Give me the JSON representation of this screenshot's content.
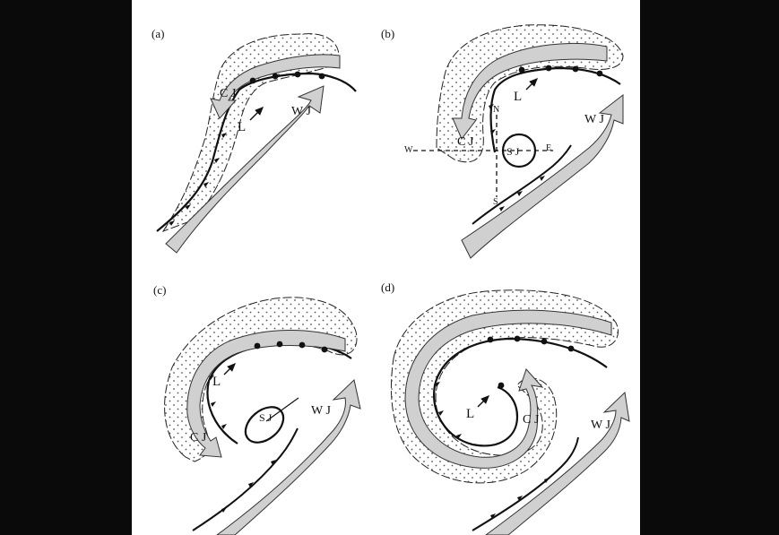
{
  "panels": [
    {
      "label": "(a)",
      "jets": {
        "cold": "C J",
        "warm": "W J"
      },
      "low": "L"
    },
    {
      "label": "(b)",
      "jets": {
        "cold": "C J",
        "warm": "W J",
        "sting": "S J"
      },
      "low": "L",
      "compass": {
        "north": "N",
        "south": "S",
        "west": "W",
        "east": "E"
      }
    },
    {
      "label": "(c)",
      "jets": {
        "cold": "C J",
        "warm": "W J",
        "sting": "S J"
      },
      "low": "L"
    },
    {
      "label": "(d)",
      "jets": {
        "cold": "C J",
        "warm": "W J"
      },
      "low": "L"
    }
  ],
  "colors": {
    "background": "#0a0a0a",
    "panel": "#ffffff",
    "jet_fill": "#d0d0d0",
    "ink": "#111111"
  }
}
